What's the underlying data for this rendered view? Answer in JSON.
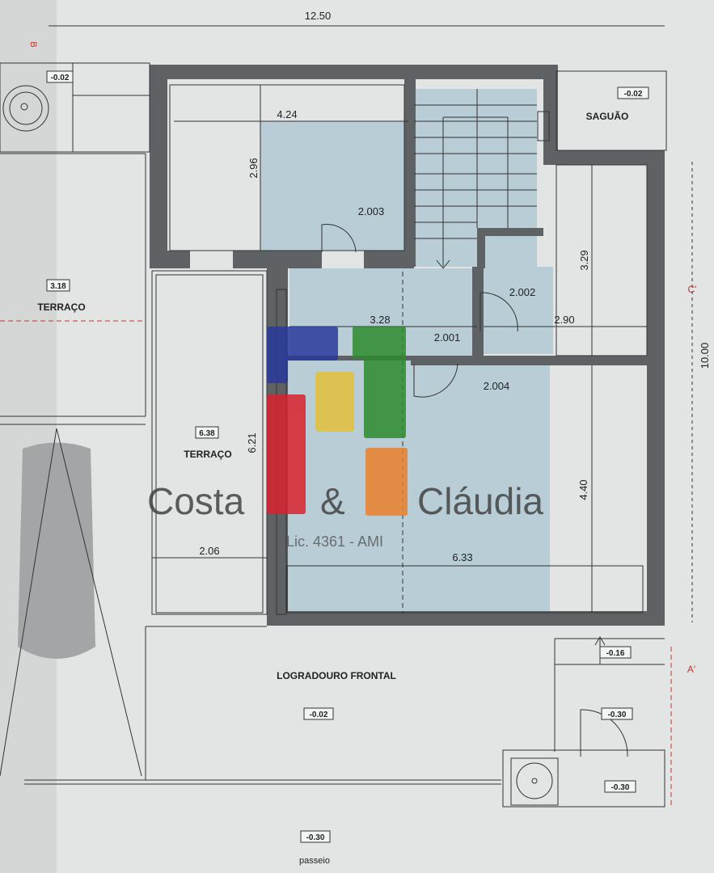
{
  "plan": {
    "dimensions": {
      "top_width": "12.50",
      "right_height": "10.00",
      "room1_width": "4.24",
      "room1_height": "2.96",
      "hall_width": "3.28",
      "right_room_height": "3.29",
      "right_room_width": "2.90",
      "terrace_height": "6.21",
      "terrace_width": "2.06",
      "living_width": "6.33",
      "living_height": "4.40"
    },
    "rooms": {
      "r2003": "2.003",
      "r2002": "2.002",
      "r2001": "2.001",
      "r2004": "2.004",
      "saguao": "SAGUÃO",
      "terraco_left": "TERRAÇO",
      "terraco_mid": "TERRAÇO",
      "logradouro": "LOGRADOURO FRONTAL",
      "passeio": "passeio"
    },
    "levels": {
      "tl": "-0.02",
      "saguao": "-0.02",
      "terr_left": "3.18",
      "terr_mid": "6.38",
      "entry": "-0.16",
      "logradouro": "-0.02",
      "gate": "-0.30",
      "meter": "-0.30",
      "passeio": "-0.30"
    },
    "section_marks": {
      "b": "B",
      "c": "C'",
      "a": "A'"
    }
  },
  "watermark": {
    "left": "Costa",
    "amp": "&",
    "right": "Cláudia",
    "license": "Lic. 4361 - AMI",
    "colors": {
      "blue": "#2a3a9c",
      "green": "#2e8b2e",
      "yellow": "#e5c13a",
      "red": "#d8232f",
      "orange": "#e9802b"
    }
  }
}
